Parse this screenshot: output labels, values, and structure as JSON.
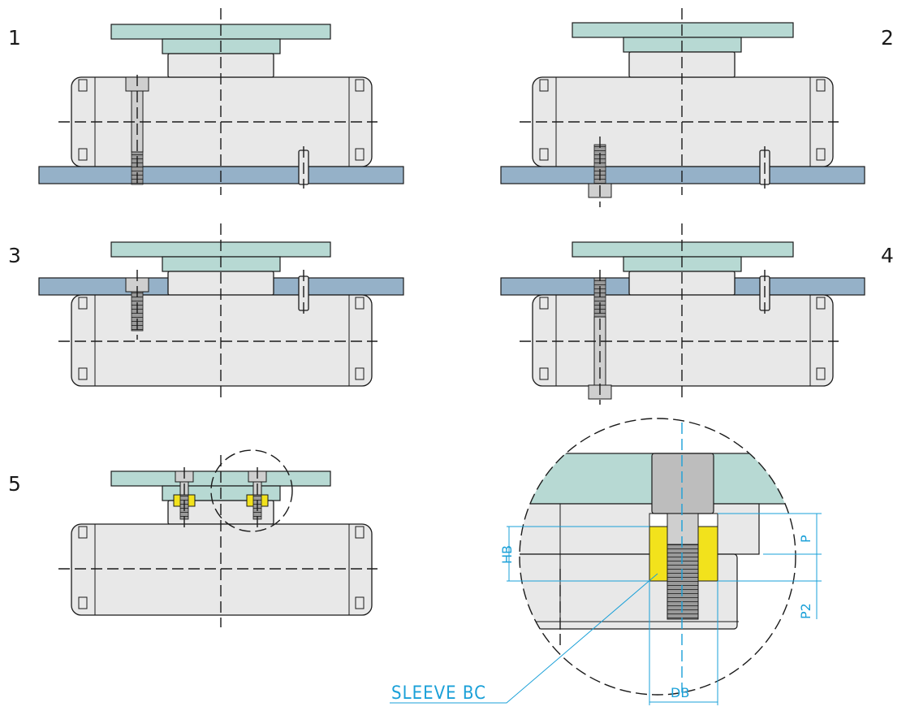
{
  "figure_labels": [
    "1",
    "2",
    "3",
    "4",
    "5"
  ],
  "detail": {
    "callout": "SLEEVE BC",
    "dimensions": {
      "hb": "HB",
      "p": "P",
      "p2": "P2",
      "db": "DB"
    }
  },
  "colors": {
    "top_plate": "#b7d9d3",
    "bottom_plate": "#95b1c8",
    "body": "#e8e8e8",
    "sleeve": "#f2e21c",
    "dimension": "#1aa0d8"
  }
}
